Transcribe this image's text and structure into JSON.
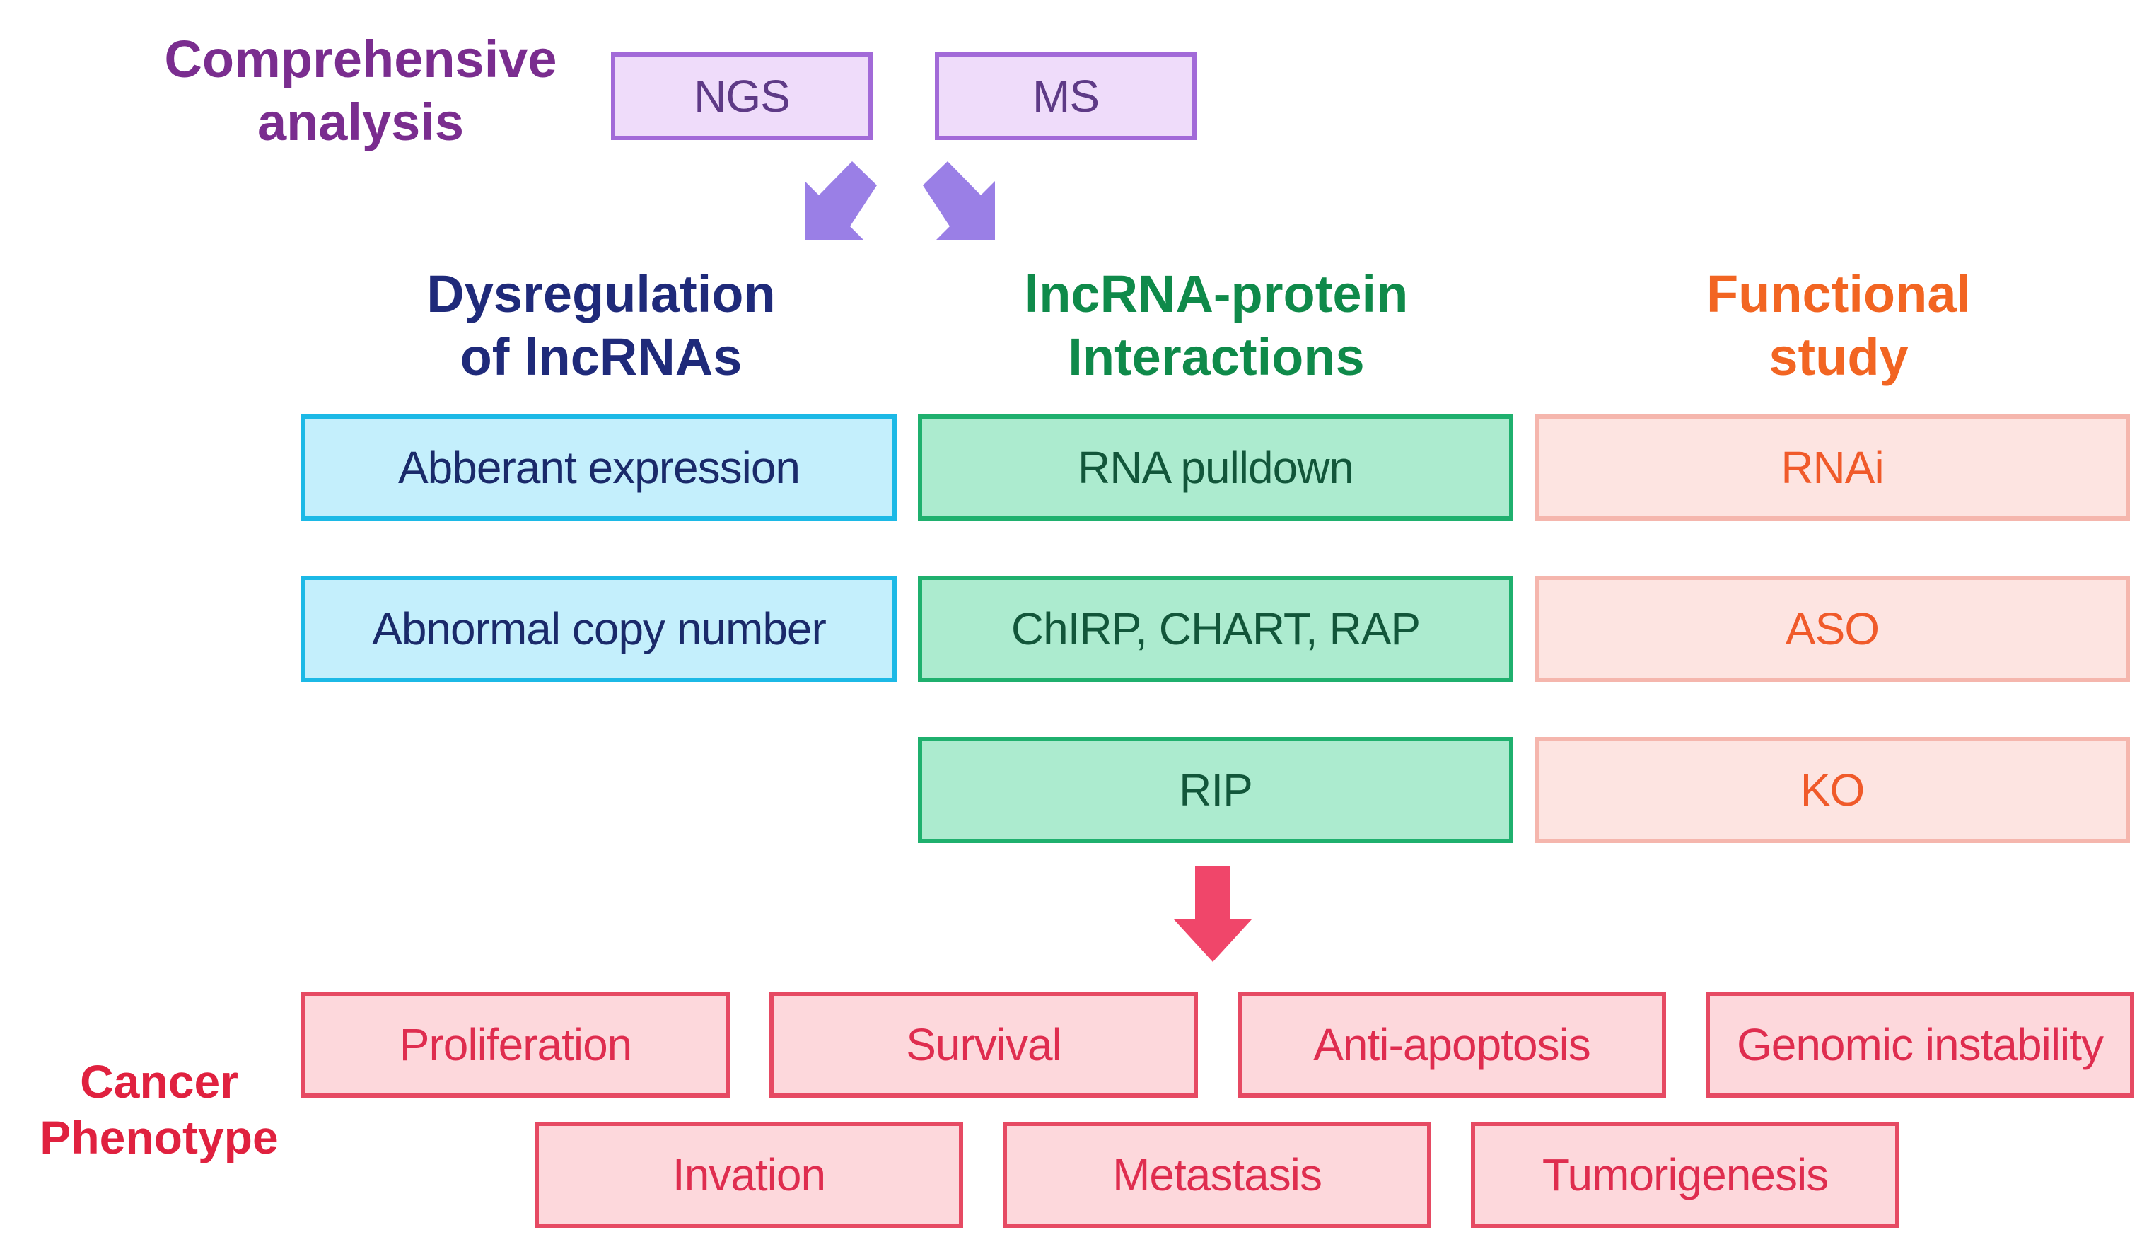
{
  "header": {
    "line1": "Comprehensive",
    "line2": "analysis"
  },
  "methods": [
    "NGS",
    "MS"
  ],
  "columns": {
    "dysregulation": {
      "line1": "Dysregulation",
      "line2": "of lncRNAs",
      "items": [
        "Abberant expression",
        "Abnormal copy number"
      ]
    },
    "interactions": {
      "line1": "lncRNA-protein",
      "line2": "Interactions",
      "items": [
        "RNA pulldown",
        "ChIRP, CHART, RAP",
        "RIP"
      ]
    },
    "functional": {
      "line1": "Functional",
      "line2": "study",
      "items": [
        "RNAi",
        "ASO",
        "KO"
      ]
    }
  },
  "cancer": {
    "line1": "Cancer",
    "line2": "Phenotype",
    "row1": [
      "Proliferation",
      "Survival",
      "Anti-apoptosis",
      "Genomic instability"
    ],
    "row2": [
      "Invation",
      "Metastasis",
      "Tumorigenesis"
    ]
  },
  "colors": {
    "purple": "#7a2d8f",
    "navy": "#1f2a7a",
    "green": "#0f8a4a",
    "orange": "#f26522",
    "red": "#e0213f",
    "arrow_purple": "#9a7fe6",
    "arrow_red": "#f0466a"
  }
}
